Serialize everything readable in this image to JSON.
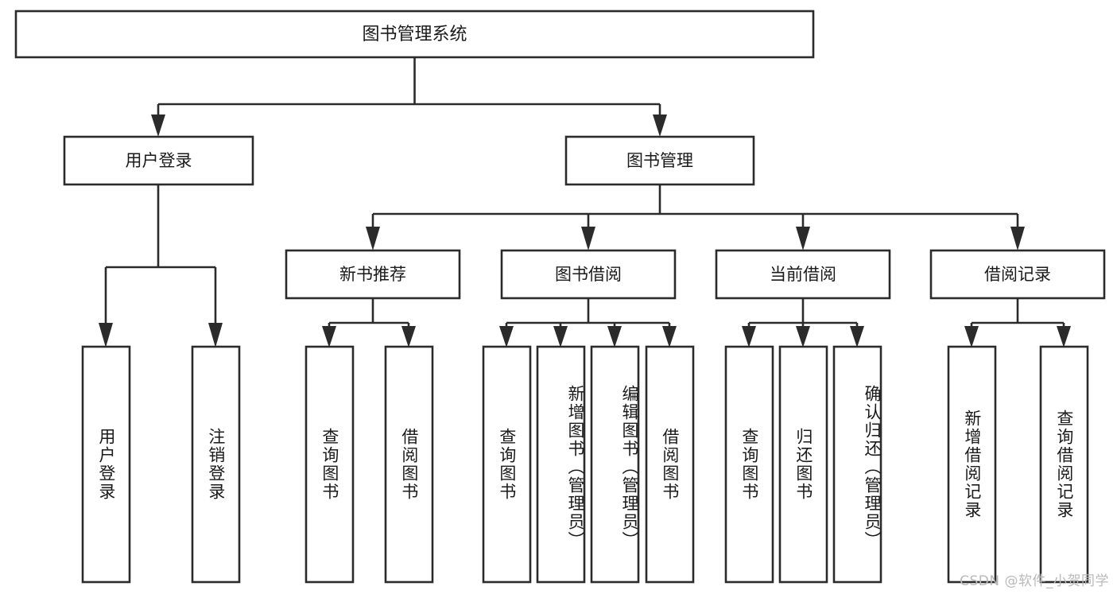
{
  "diagram": {
    "type": "tree-hierarchy-flowchart",
    "title": "图书管理系统",
    "background_color": "#ffffff",
    "line_color": "#2b2b2b",
    "text_color": "#1a1a1a",
    "root": {
      "id": "root",
      "label": "图书管理系统"
    },
    "level2": [
      {
        "id": "user-login",
        "label": "用户登录"
      },
      {
        "id": "book-manage",
        "label": "图书管理"
      }
    ],
    "level3": [
      {
        "id": "new-book-recommend",
        "label": "新书推荐",
        "parent": "book-manage"
      },
      {
        "id": "book-borrow",
        "label": "图书借阅",
        "parent": "book-manage"
      },
      {
        "id": "current-borrow",
        "label": "当前借阅",
        "parent": "book-manage"
      },
      {
        "id": "borrow-record",
        "label": "借阅记录",
        "parent": "book-manage"
      }
    ],
    "leaves": [
      {
        "id": "leaf-user-login",
        "label": "用户登录",
        "parent": "user-login"
      },
      {
        "id": "leaf-logout",
        "label": "注销登录",
        "parent": "user-login"
      },
      {
        "id": "leaf-query-book-1",
        "label": "查询图书",
        "parent": "new-book-recommend"
      },
      {
        "id": "leaf-borrow-book-1",
        "label": "借阅图书",
        "parent": "new-book-recommend"
      },
      {
        "id": "leaf-query-book-2",
        "label": "查询图书",
        "parent": "book-borrow"
      },
      {
        "id": "leaf-add-book",
        "label": "新增图书（管理员）",
        "parent": "book-borrow"
      },
      {
        "id": "leaf-edit-book",
        "label": "编辑图书（管理员）",
        "parent": "book-borrow"
      },
      {
        "id": "leaf-borrow-book-2",
        "label": "借阅图书",
        "parent": "book-borrow"
      },
      {
        "id": "leaf-query-book-3",
        "label": "查询图书",
        "parent": "current-borrow"
      },
      {
        "id": "leaf-return-book",
        "label": "归还图书",
        "parent": "current-borrow"
      },
      {
        "id": "leaf-confirm-return",
        "label": "确认归还（管理员）",
        "parent": "current-borrow"
      },
      {
        "id": "leaf-add-record",
        "label": "新增借阅记录",
        "parent": "borrow-record"
      },
      {
        "id": "leaf-query-record",
        "label": "查询借阅记录",
        "parent": "borrow-record"
      }
    ]
  },
  "watermark": {
    "text": "CSDN @软件_小贺同学"
  }
}
